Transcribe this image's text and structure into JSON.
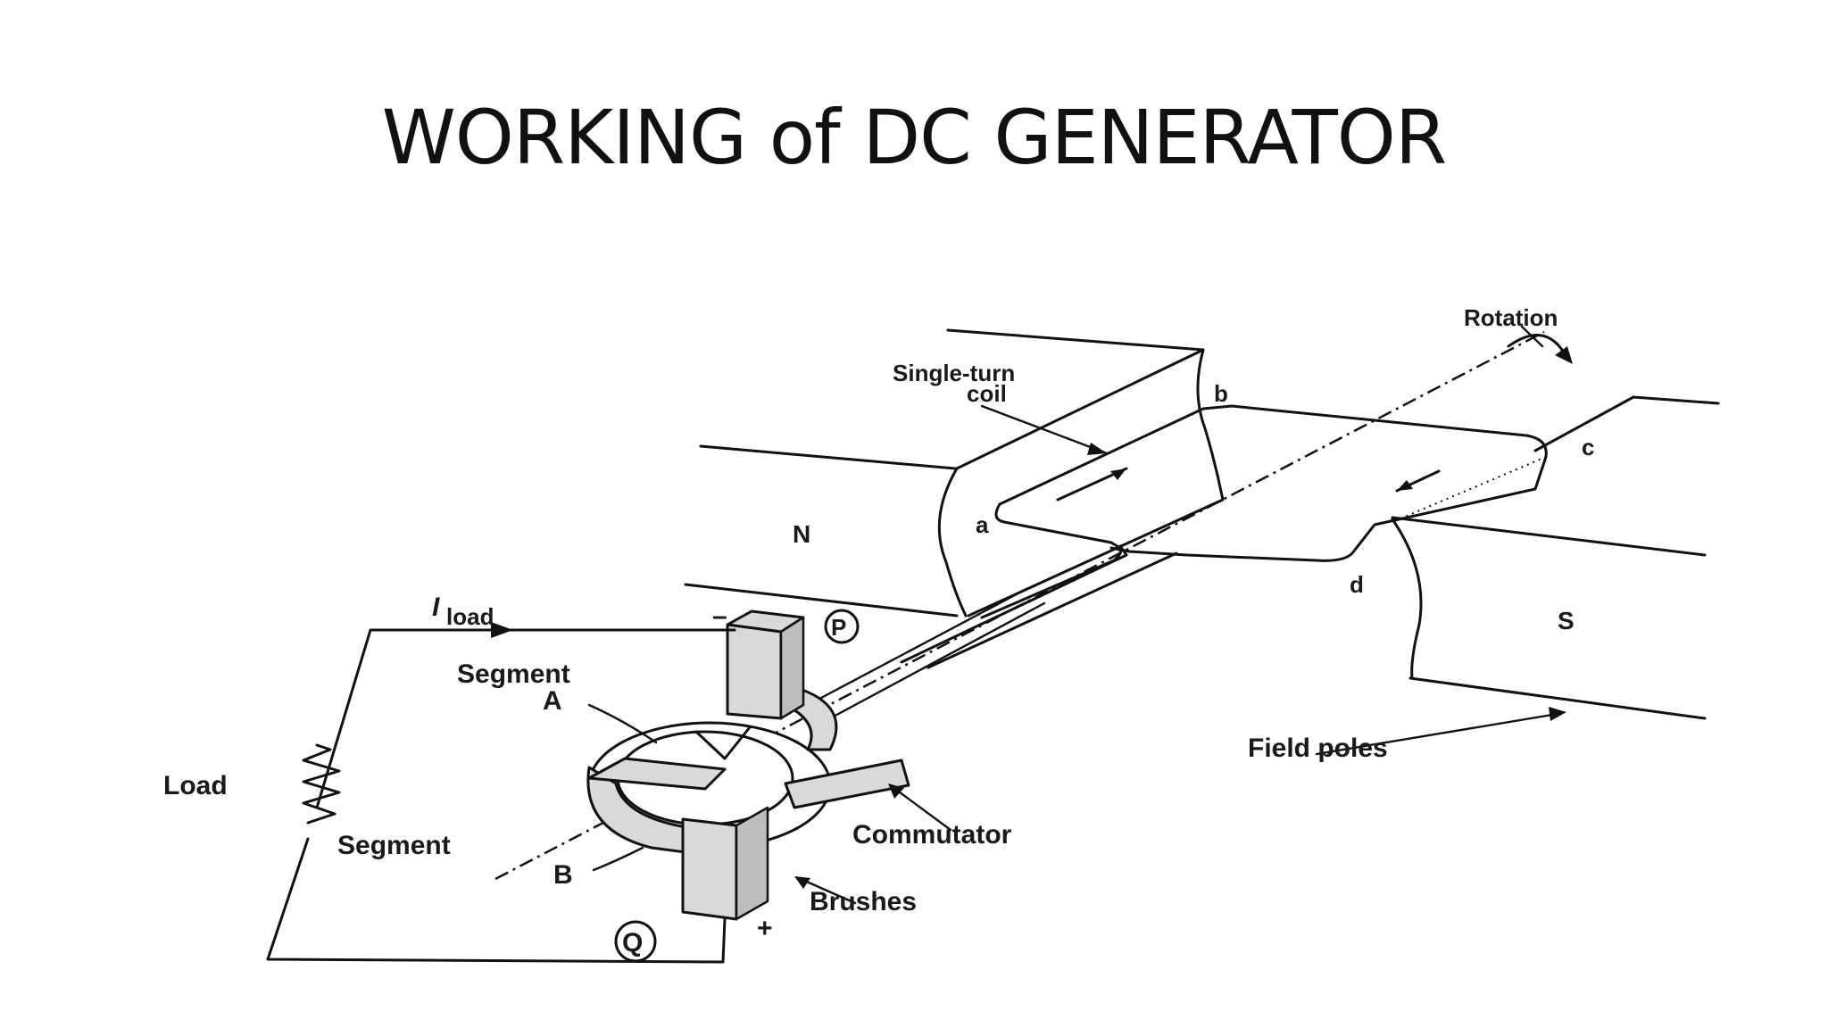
{
  "title": "WORKING of DC GENERATOR",
  "labels": {
    "rotation": "Rotation",
    "single_turn_1": "Single-turn",
    "single_turn_2": "coil",
    "b": "b",
    "c": "c",
    "a": "a",
    "d": "d",
    "n": "N",
    "s": "S",
    "i_load": "I",
    "i_load_sub": "load",
    "minus": "–",
    "p": "P",
    "segment_a_1": "Segment",
    "segment_a_2": "A",
    "load": "Load",
    "segment_b_1": "Segment",
    "segment_b_2": "B",
    "commutator": "Commutator",
    "brushes": "Brushes",
    "q": "Q",
    "plus": "+",
    "field_poles": "Field poles"
  },
  "icons": [
    "resistor-icon",
    "rotation-arrow-icon"
  ]
}
